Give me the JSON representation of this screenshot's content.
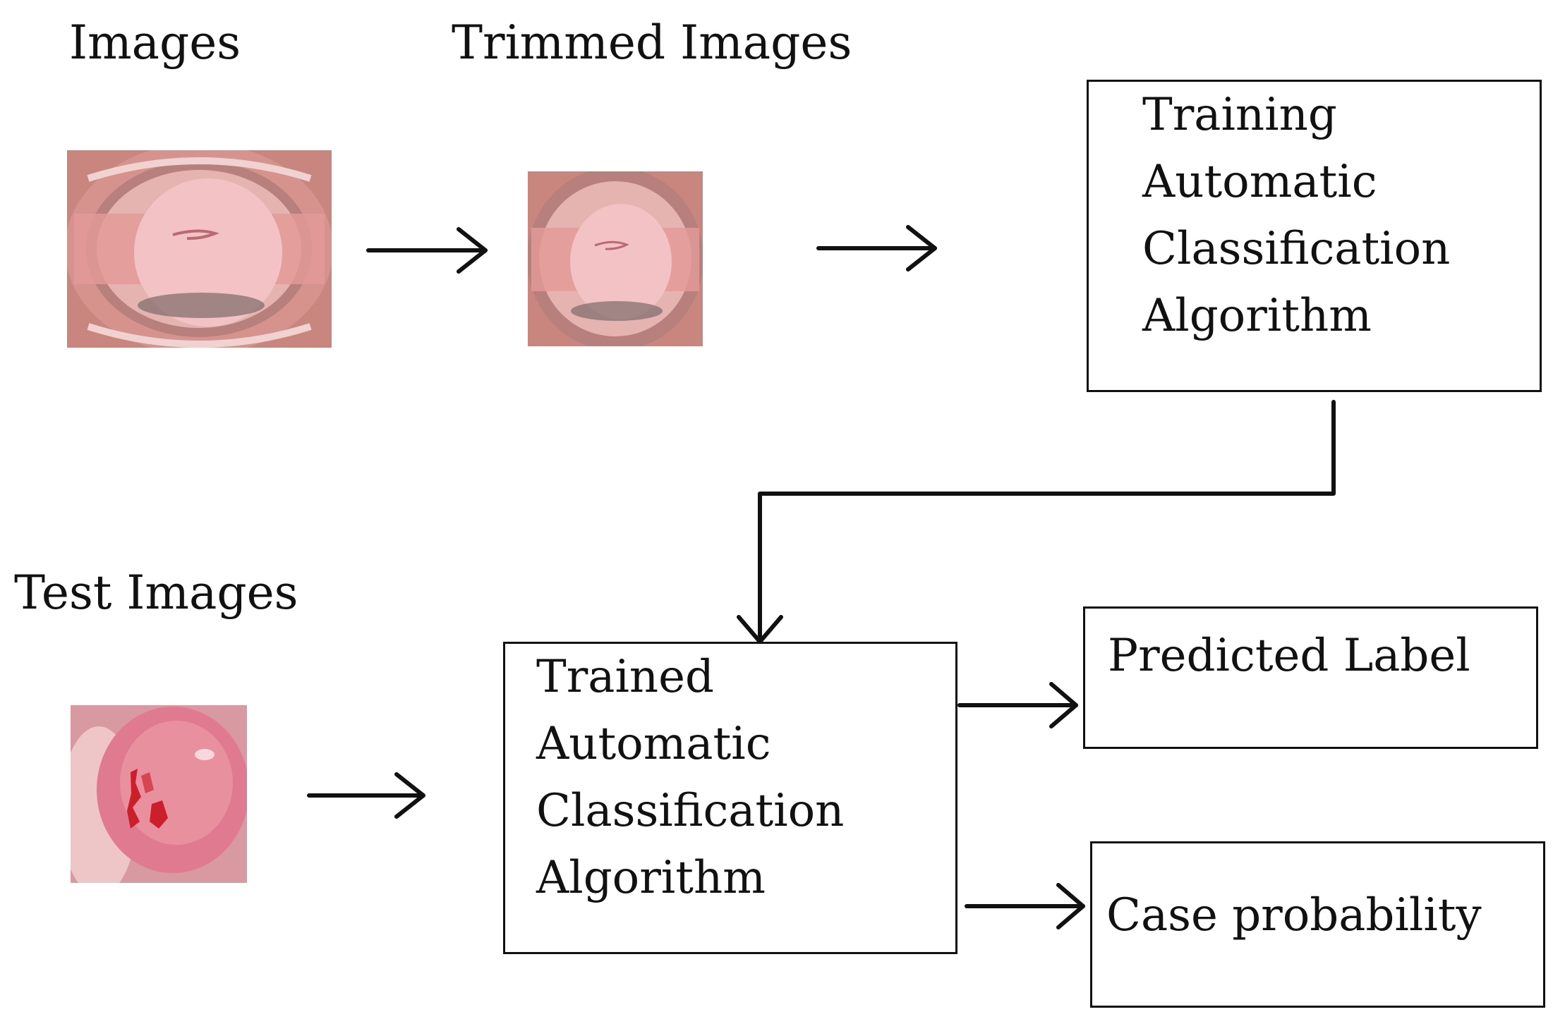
{
  "labels": {
    "images": "Images",
    "trimmed_images": "Trimmed Images",
    "test_images": "Test Images"
  },
  "training_box": {
    "lines": [
      "Training",
      "Automatic",
      "Classification",
      "Algorithm"
    ]
  },
  "trained_box": {
    "lines": [
      "Trained",
      "Automatic",
      "Classification",
      "Algorithm"
    ]
  },
  "outputs": {
    "predicted_label": "Predicted Label",
    "case_probability": "Case probability"
  },
  "colors": {
    "line": "#111111",
    "tissue": "#e8a3a8",
    "tissue_light": "#f3c2c4",
    "speculum": "#c97f80",
    "lesion": "#cc1f2c"
  }
}
